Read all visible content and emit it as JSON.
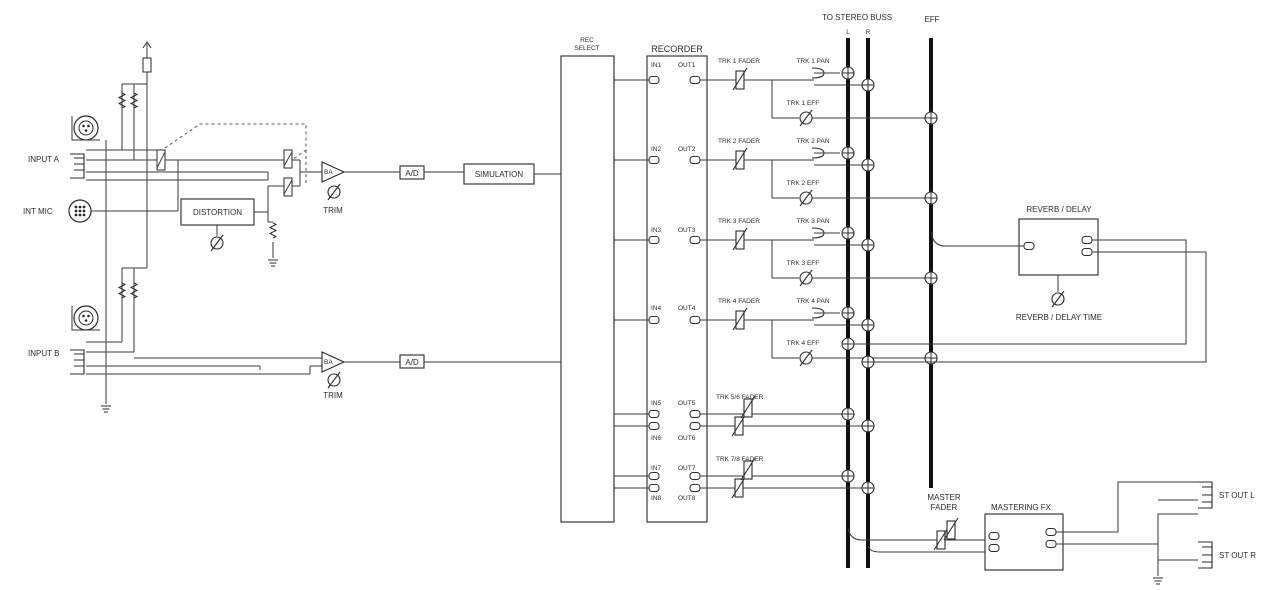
{
  "inputs": {
    "input_a": "INPUT A",
    "int_mic": "INT MIC",
    "input_b": "INPUT B"
  },
  "blocks": {
    "distortion": "DISTORTION",
    "trim_a": "TRIM",
    "trim_b": "TRIM",
    "ad_a": "A/D",
    "ad_b": "A/D",
    "simulation": "SIMULATION",
    "rec_select_1": "REC",
    "rec_select_2": "SELECT",
    "recorder": "RECORDER",
    "reverb_delay": "REVERB / DELAY",
    "reverb_delay_time": "REVERB / DELAY TIME",
    "mastering_fx": "MASTERING FX",
    "master_fader_1": "MASTER",
    "master_fader_2": "FADER",
    "amp_a": "BA",
    "amp_b": "BA"
  },
  "buses": {
    "title": "TO STEREO BUSS",
    "left": "L",
    "right": "R",
    "eff": "EFF"
  },
  "recorder_ports": {
    "in": [
      "IN1",
      "IN2",
      "IN3",
      "IN4",
      "IN5",
      "IN6",
      "IN7",
      "IN8"
    ],
    "out": [
      "OUT1",
      "OUT2",
      "OUT3",
      "OUT4",
      "OUT5",
      "OUT6",
      "OUT7",
      "OUT8"
    ]
  },
  "tracks": [
    {
      "fader": "TRK 1 FADER",
      "pan": "TRK 1 PAN",
      "eff": "TRK 1 EFF"
    },
    {
      "fader": "TRK 2 FADER",
      "pan": "TRK 2 PAN",
      "eff": "TRK 2 EFF"
    },
    {
      "fader": "TRK 3 FADER",
      "pan": "TRK 3 PAN",
      "eff": "TRK 3 EFF"
    },
    {
      "fader": "TRK 4 FADER",
      "pan": "TRK 4 PAN",
      "eff": "TRK 4 EFF"
    }
  ],
  "stereo_tracks": [
    {
      "fader": "TRK 5/6 FADER"
    },
    {
      "fader": "TRK 7/8 FADER"
    }
  ],
  "outputs": {
    "st_out_l": "ST OUT L",
    "st_out_r": "ST OUT R"
  }
}
